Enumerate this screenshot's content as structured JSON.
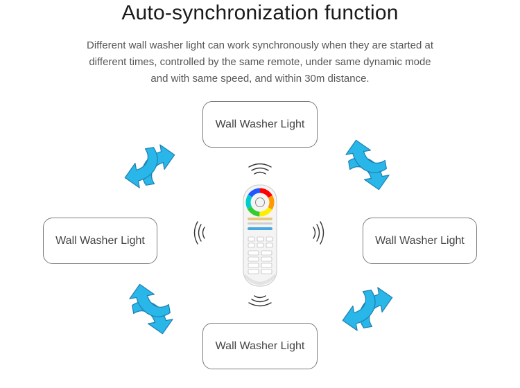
{
  "title": "Auto-synchronization function",
  "description": {
    "line1": "Different wall washer light can work synchronously when they are started at",
    "line2": "different times, controlled by the same remote, under same dynamic mode",
    "line3": "and with same speed, and within 30m distance."
  },
  "nodes": {
    "top": "Wall Washer Light",
    "left": "Wall Washer Light",
    "right": "Wall Washer Light",
    "bottom": "Wall Washer Light"
  },
  "colors": {
    "arrow": "#29b6e8",
    "arrow_outline": "#1e7fb0",
    "box_border": "#7c7c7c",
    "remote_body": "#f4f4f4"
  },
  "icons": [
    "rotate-arrow-icon",
    "signal-wave-icon",
    "remote-control-icon",
    "color-wheel-icon"
  ]
}
